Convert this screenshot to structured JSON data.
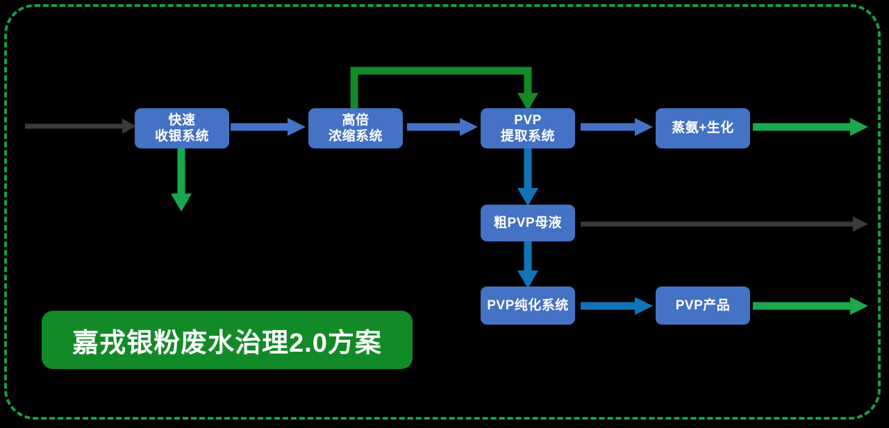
{
  "diagram": {
    "title_banner": {
      "text": "嘉戎银粉废水治理2.0方案"
    },
    "colors": {
      "background": "#000000",
      "frame_border": "#12a049",
      "node_fill": "#4472c4",
      "node_text": "#ffffff",
      "arrow_blue_light": "#4472c4",
      "arrow_blue_dark": "#1273b8",
      "arrow_green": "#1aa84f",
      "arrow_green_dark": "#128a28",
      "arrow_gray": "#3b3b3b",
      "banner_fill": "#128a28"
    },
    "nodes": [
      {
        "id": "kuaisu",
        "label": "快速\n收银系统"
      },
      {
        "id": "gaobei",
        "label": "高倍\n浓缩系统"
      },
      {
        "id": "pvp_tiqu",
        "label": "PVP\n提取系统"
      },
      {
        "id": "zhengan",
        "label": "蒸氨+生化"
      },
      {
        "id": "cu_pvp",
        "label": "粗PVP母液"
      },
      {
        "id": "pvp_chunhua",
        "label": "PVP纯化系统"
      },
      {
        "id": "pvp_chanpin",
        "label": "PVP产品"
      }
    ],
    "connectors": [
      {
        "id": "inlet",
        "kind": "arrow-right",
        "color": "gray",
        "from": "",
        "to": "kuaisu"
      },
      {
        "id": "kuaisu-to-gaobei",
        "kind": "arrow-right",
        "color": "blue-light",
        "from": "kuaisu",
        "to": "gaobei"
      },
      {
        "id": "gaobei-to-pvp",
        "kind": "arrow-right",
        "color": "blue-light",
        "from": "gaobei",
        "to": "pvp_tiqu"
      },
      {
        "id": "pvp-to-zhengan",
        "kind": "arrow-right",
        "color": "blue-light",
        "from": "pvp_tiqu",
        "to": "zhengan"
      },
      {
        "id": "zhengan-outlet",
        "kind": "arrow-right",
        "color": "green",
        "from": "zhengan",
        "to": ""
      },
      {
        "id": "kuaisu-down",
        "kind": "arrow-down",
        "color": "green",
        "from": "kuaisu",
        "to": ""
      },
      {
        "id": "recycle-loop",
        "kind": "elbow-loop",
        "color": "green-dark",
        "from": "gaobei",
        "to": "pvp_tiqu"
      },
      {
        "id": "pvp-to-cupvp",
        "kind": "arrow-down",
        "color": "blue-dark",
        "from": "pvp_tiqu",
        "to": "cu_pvp"
      },
      {
        "id": "cupvp-outlet",
        "kind": "arrow-right",
        "color": "gray",
        "from": "cu_pvp",
        "to": ""
      },
      {
        "id": "cupvp-to-chunhua",
        "kind": "arrow-down",
        "color": "blue-dark",
        "from": "cu_pvp",
        "to": "pvp_chunhua"
      },
      {
        "id": "chunhua-to-chanpin",
        "kind": "arrow-right",
        "color": "blue-dark",
        "from": "pvp_chunhua",
        "to": "pvp_chanpin"
      },
      {
        "id": "chanpin-outlet",
        "kind": "arrow-right",
        "color": "green",
        "from": "pvp_chanpin",
        "to": ""
      }
    ]
  }
}
